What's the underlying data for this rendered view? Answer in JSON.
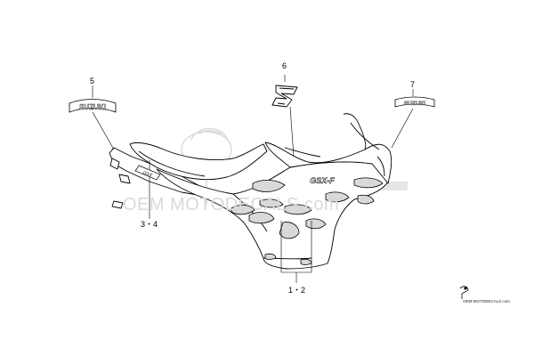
{
  "callouts": {
    "c5": "5",
    "c6": "6",
    "c7": "7",
    "c34": "3・4",
    "c12": "1・2"
  },
  "decals": {
    "left_brand": "SUZUKI",
    "right_brand": "SUZUKI",
    "tail_model": "GSX",
    "cowl_model": "GSX-F"
  },
  "watermark": {
    "text": "OEM MOTODECALS.com"
  },
  "credit": {
    "text": "OEM-MOTODECALS.com"
  },
  "colors": {
    "line": "#000000",
    "watermark": "#d9d9d9",
    "fill": "#ffffff"
  }
}
